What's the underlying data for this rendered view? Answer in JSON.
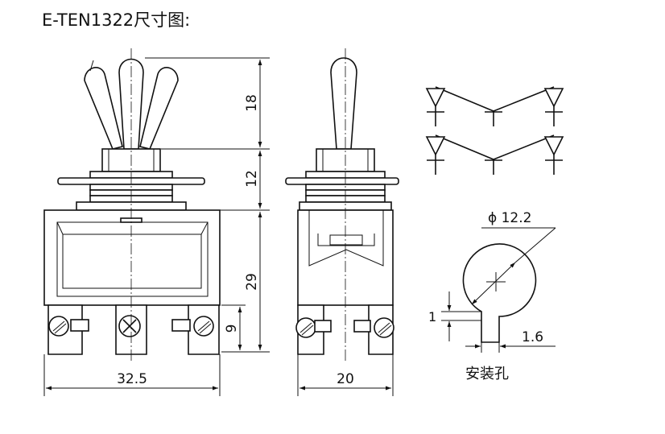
{
  "title": "E-TEN1322尺寸图:",
  "front_view": {
    "dims": {
      "lever_height": "18",
      "bushing_height": "12",
      "body_height": "29",
      "terminal_height": "9",
      "width": "32.5"
    }
  },
  "side_view": {
    "dims": {
      "width": "20"
    }
  },
  "mounting_hole": {
    "diameter": "ϕ 12.2",
    "key_depth": "1",
    "key_width": "1.6",
    "label": "安装孔"
  }
}
